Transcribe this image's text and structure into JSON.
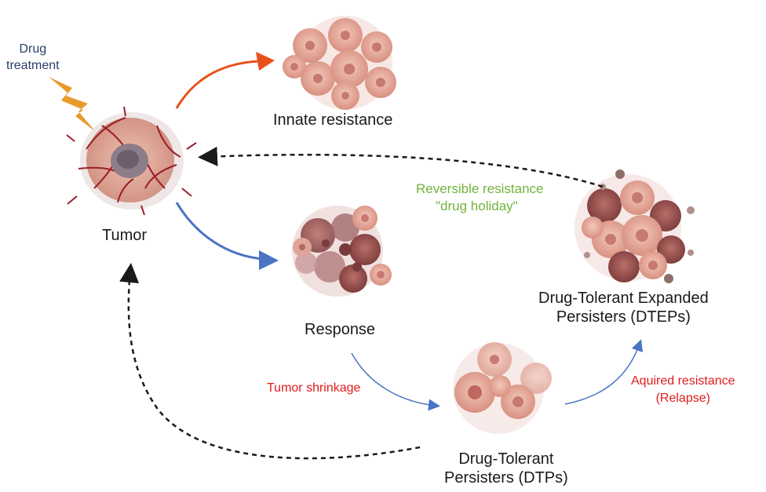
{
  "labels": {
    "drug_treatment": "Drug\ntreatment",
    "innate_resistance": "Innate resistance",
    "tumor": "Tumor",
    "reversible_resistance": "Reversible resistance",
    "drug_holiday": "\"drug holiday\"",
    "response": "Response",
    "dtep": "Drug-Tolerant Expanded\nPersisters (DTEPs)",
    "tumor_shrinkage": "Tumor shrinkage",
    "acquired_resistance": "Aquired resistance\n(Relapse)",
    "dtp": "Drug-Tolerant\nPersisters (DTPs)"
  },
  "colors": {
    "orange_arrow": "#e8511a",
    "blue_arrow": "#4a74c4",
    "dotted_arrow": "#1a1a1a",
    "lightning": "#e89a2a",
    "text_red": "#e11b1b",
    "text_green": "#72b33a",
    "text_navy": "#2b3d6b"
  },
  "icons": {
    "tumor": "tumor-cell-icon",
    "lightning": "lightning-bolt-icon",
    "innate": "cell-cluster-icon",
    "response": "dying-cells-icon",
    "dtep": "expanded-cell-cluster-icon",
    "dtp": "small-cell-cluster-icon"
  }
}
